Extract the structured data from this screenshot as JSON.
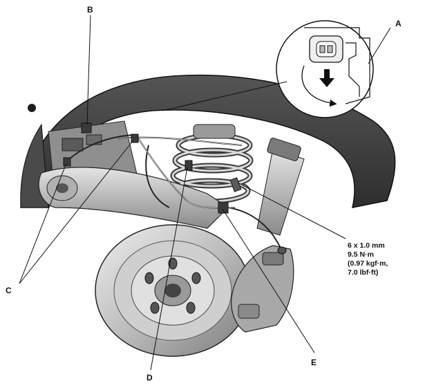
{
  "callouts": {
    "a": "A",
    "b": "B",
    "c": "C",
    "d": "D",
    "e": "E"
  },
  "torque_spec": [
    "6 x 1.0 mm",
    "9.5 N·m",
    "(0.97 kgf·m,",
    "7.0 lbf·ft)"
  ],
  "colors": {
    "fender": "#3d3d3d",
    "metal_light": "#dcdcdc",
    "metal_mid": "#a9a9a9",
    "metal_dark": "#6e6e6e",
    "ink": "#111111"
  },
  "icons": [
    "down-arrow-icon",
    "curved-arrow-icon"
  ]
}
